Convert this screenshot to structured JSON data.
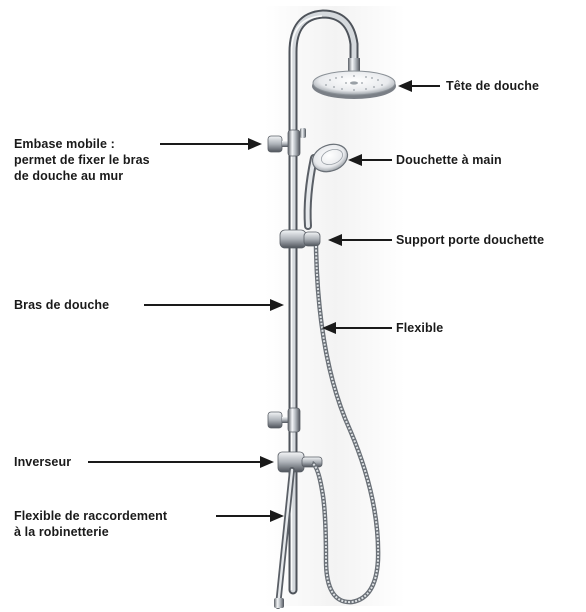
{
  "labels": {
    "shower_head": "Tête de douche",
    "hand_shower": "Douchette à main",
    "holder": "Support porte douchette",
    "hose": "Flexible",
    "mobile_base": [
      "Embase mobile :",
      "permet de fixer le bras",
      "de douche au mur"
    ],
    "shower_arm": "Bras de douche",
    "diverter": "Inverseur",
    "connection_hose": [
      "Flexible de raccordement",
      "à la robinetterie"
    ]
  },
  "colors": {
    "text": "#1a1a1a",
    "arrow": "#1a1a1a",
    "chrome_dark": "#5a5f66",
    "chrome_mid": "#b9bec4",
    "chrome_light": "#f4f6f8",
    "background": "#ffffff"
  }
}
